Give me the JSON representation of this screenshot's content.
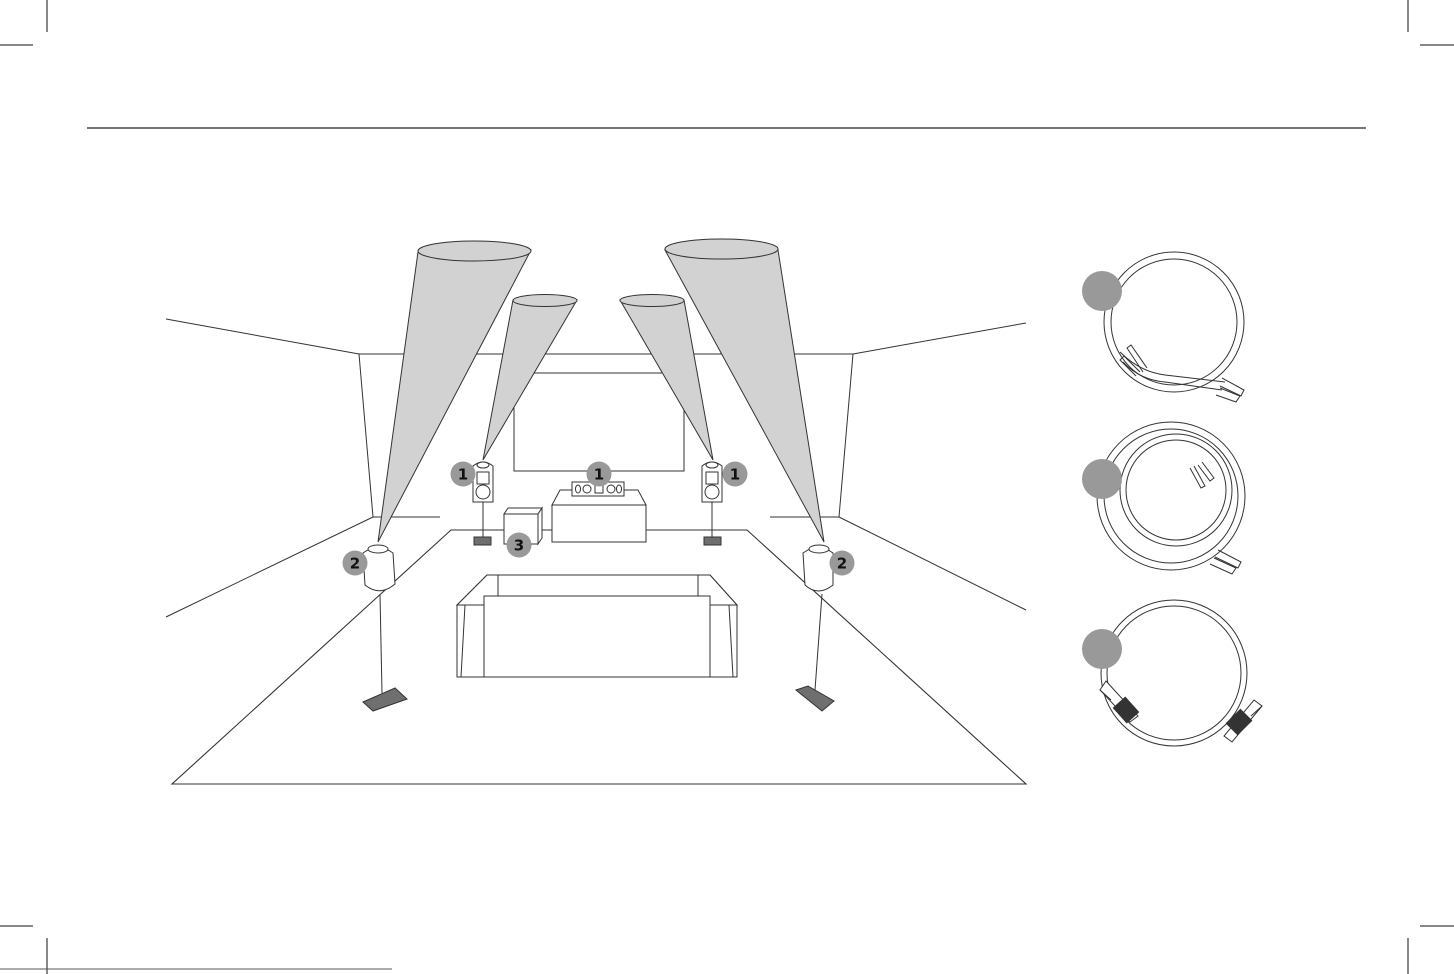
{
  "colors": {
    "line": "#333333",
    "beam_fill": "#d2d2d2",
    "badge_fill": "#999999",
    "stand_base": "#6f6f6f",
    "background": "#ffffff"
  },
  "speaker_labels": {
    "front_left": "1",
    "center": "1",
    "front_right": "1",
    "surround_left": "2",
    "surround_right": "2",
    "subwoofer": "3"
  },
  "cables": {
    "speaker_wire_short": "speaker-wire-icon",
    "speaker_wire_long": "speaker-wire-icon",
    "subwoofer_rca": "rca-cable-icon"
  }
}
